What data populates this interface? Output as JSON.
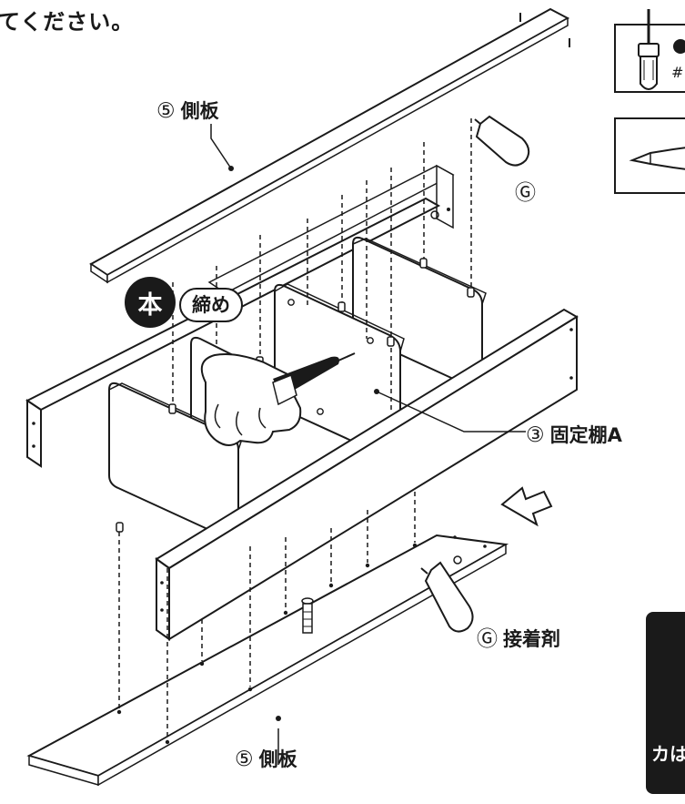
{
  "heading": "てください。",
  "labels": {
    "side_panel_top": {
      "num": "⑤",
      "text": "側板"
    },
    "side_panel_bottom": {
      "num": "⑤",
      "text": "側板"
    },
    "fixed_shelf": {
      "num": "③",
      "text": "固定棚A"
    },
    "glue_top": {
      "num": "Ⓖ",
      "text": ""
    },
    "glue_bottom": {
      "num": "Ⓖ",
      "text": "接着剤"
    }
  },
  "badge": {
    "char": "本",
    "text": "締め"
  },
  "tool_box_1": {
    "label": "#",
    "icon": "screwdriver-icon"
  },
  "tool_box_2": {
    "icon": "glue-bottle-icon"
  },
  "side_tab": {
    "text": "カは"
  },
  "colors": {
    "ink": "#1a1a1a",
    "panel": "#ffffff",
    "accent_black": "#1a1a1a"
  }
}
